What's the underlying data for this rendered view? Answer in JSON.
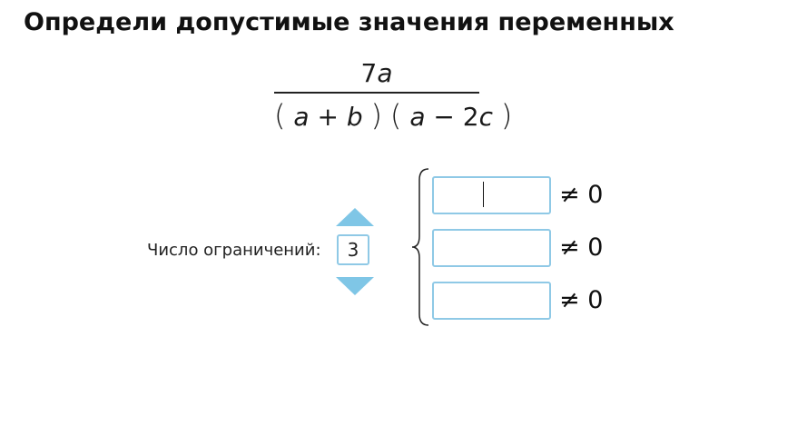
{
  "title": "Определи допустимые значения переменных",
  "fraction": {
    "numerator": {
      "coef": "7",
      "var": "a"
    },
    "denominator": {
      "open1": "(",
      "a1": "a",
      "plus": "+",
      "b": "b",
      "close1": ")",
      "open2": "(",
      "a2": "a",
      "minus": "−",
      "coef2": "2",
      "c": "c",
      "close2": ")"
    }
  },
  "constraints": {
    "count_label": "Число ограничений:",
    "count_value": "3",
    "accent_color": "#7fc6e6",
    "rows": [
      {
        "value": "",
        "relation": "≠ 0"
      },
      {
        "value": "",
        "relation": "≠ 0"
      },
      {
        "value": "",
        "relation": "≠ 0"
      }
    ]
  }
}
